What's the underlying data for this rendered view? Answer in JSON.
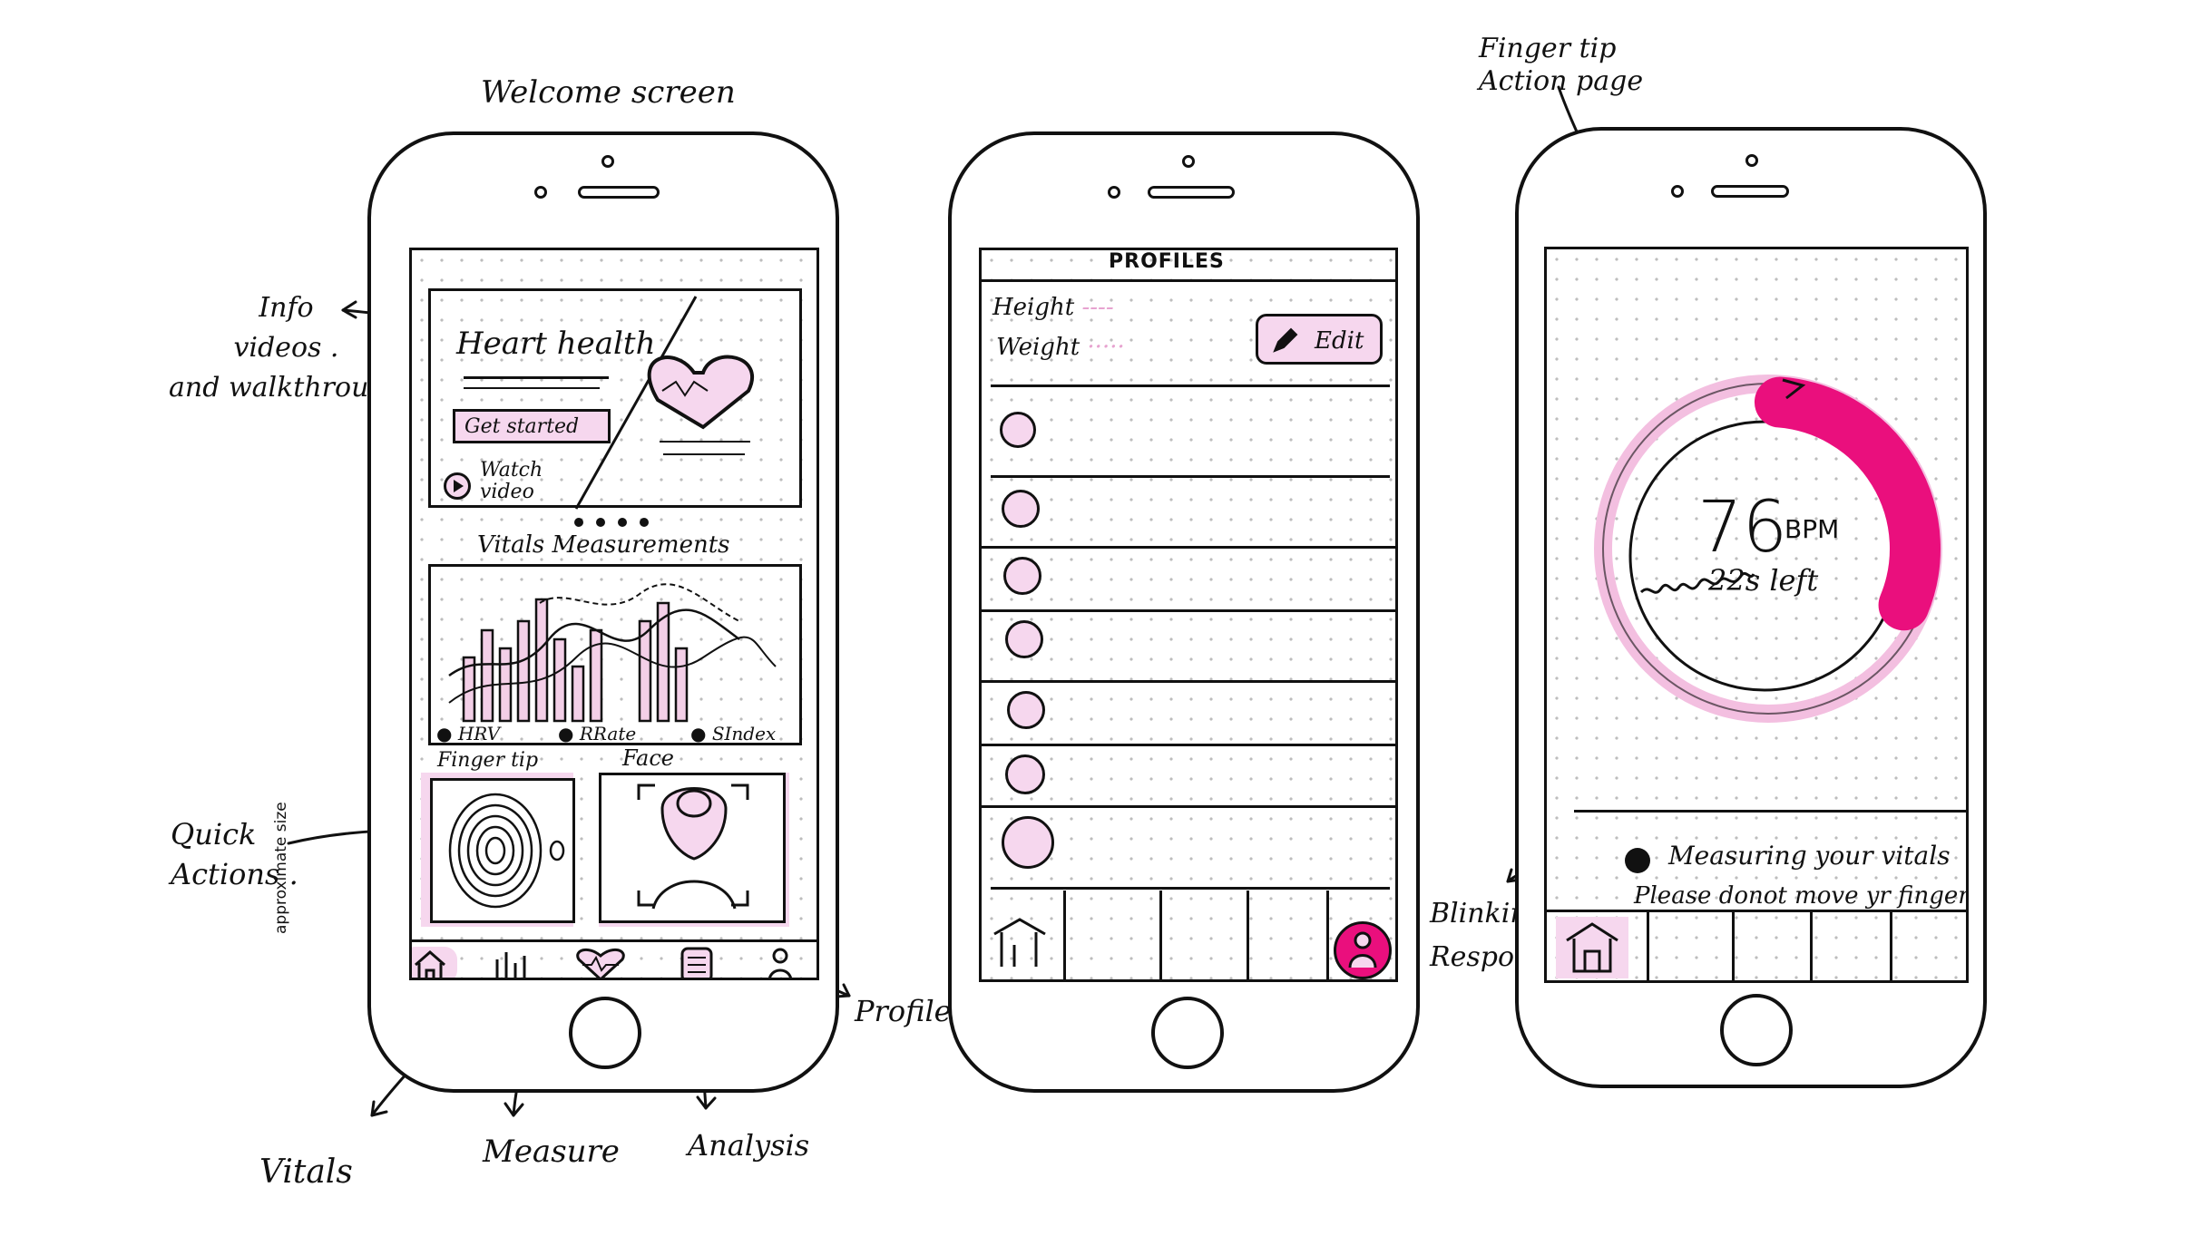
{
  "annotations": {
    "welcome_screen": "Welcome screen",
    "finger_tip_action": "Finger tip\nAction page",
    "info_videos": "Info\nvideos .\nand walkthrough",
    "quick_actions": "Quick\nActions .",
    "approx_size": "approximate size",
    "profile": "Profile",
    "vitals": "Vitals",
    "measure": "Measure",
    "analysis": "Analysis",
    "blinking_response": "Blinking\nResponse"
  },
  "phone1": {
    "hero_title": "Heart health",
    "get_started": "Get started",
    "watch_video": "Watch\nvideo",
    "section_title": "Vitals  Measurements",
    "legend": [
      "HRV",
      "RRate",
      "SIndex"
    ],
    "quick_actions": [
      "Finger tip",
      "Face"
    ]
  },
  "phone2": {
    "title": "PROFILES",
    "height_label": "Height",
    "weight_label": "Weight",
    "edit_button": "Edit"
  },
  "phone3": {
    "bpm_value": "76",
    "bpm_unit": "BPM",
    "time_left": "22s left",
    "progress": 0.3,
    "measuring_text": "Measuring your vitals",
    "instruction_text": "Please donot move yr finger"
  },
  "colors": {
    "ink": "#111111",
    "pink_light": "#f6d7ee",
    "pink_accent": "#ea0f7d"
  }
}
